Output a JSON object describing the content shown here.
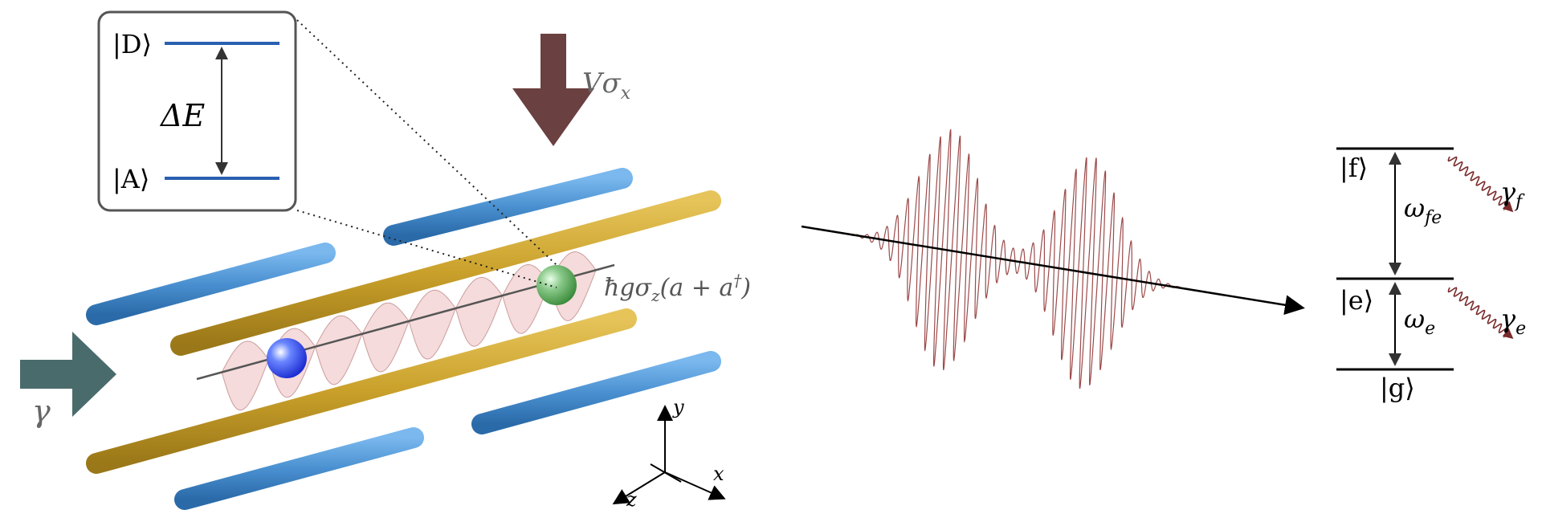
{
  "inset": {
    "state_top": "|D⟩",
    "state_bottom": "|A⟩",
    "gap_label": "ΔE"
  },
  "drive": {
    "label_main": "Vσ",
    "label_sub": "x"
  },
  "coupling": {
    "label": "ħgσ",
    "label_sub": "z",
    "label_rest": "(a + a",
    "label_sup": "†",
    "label_close": ")"
  },
  "input_beam": {
    "label": "γ"
  },
  "axes": {
    "x": "x",
    "y": "y",
    "z": "z"
  },
  "levels": {
    "f": "|f⟩",
    "e": "|e⟩",
    "g": "|g⟩",
    "omega_fe_main": "ω",
    "omega_fe_sub": "fe",
    "omega_e_main": "ω",
    "omega_e_sub": "e",
    "gamma_f_main": "γ",
    "gamma_f_sub": "f",
    "gamma_e_main": "γ",
    "gamma_e_sub": "e"
  },
  "colors": {
    "rod_blue": "#4a90d0",
    "rod_gold": "#c9a02a",
    "arrow_brown": "#6b4040",
    "arrow_slate": "#4a6b6b",
    "wave_red": "#8b2a2a",
    "level_blue": "#2a60b0",
    "ion_blue": "#2040e0",
    "ion_green": "#50a050"
  }
}
